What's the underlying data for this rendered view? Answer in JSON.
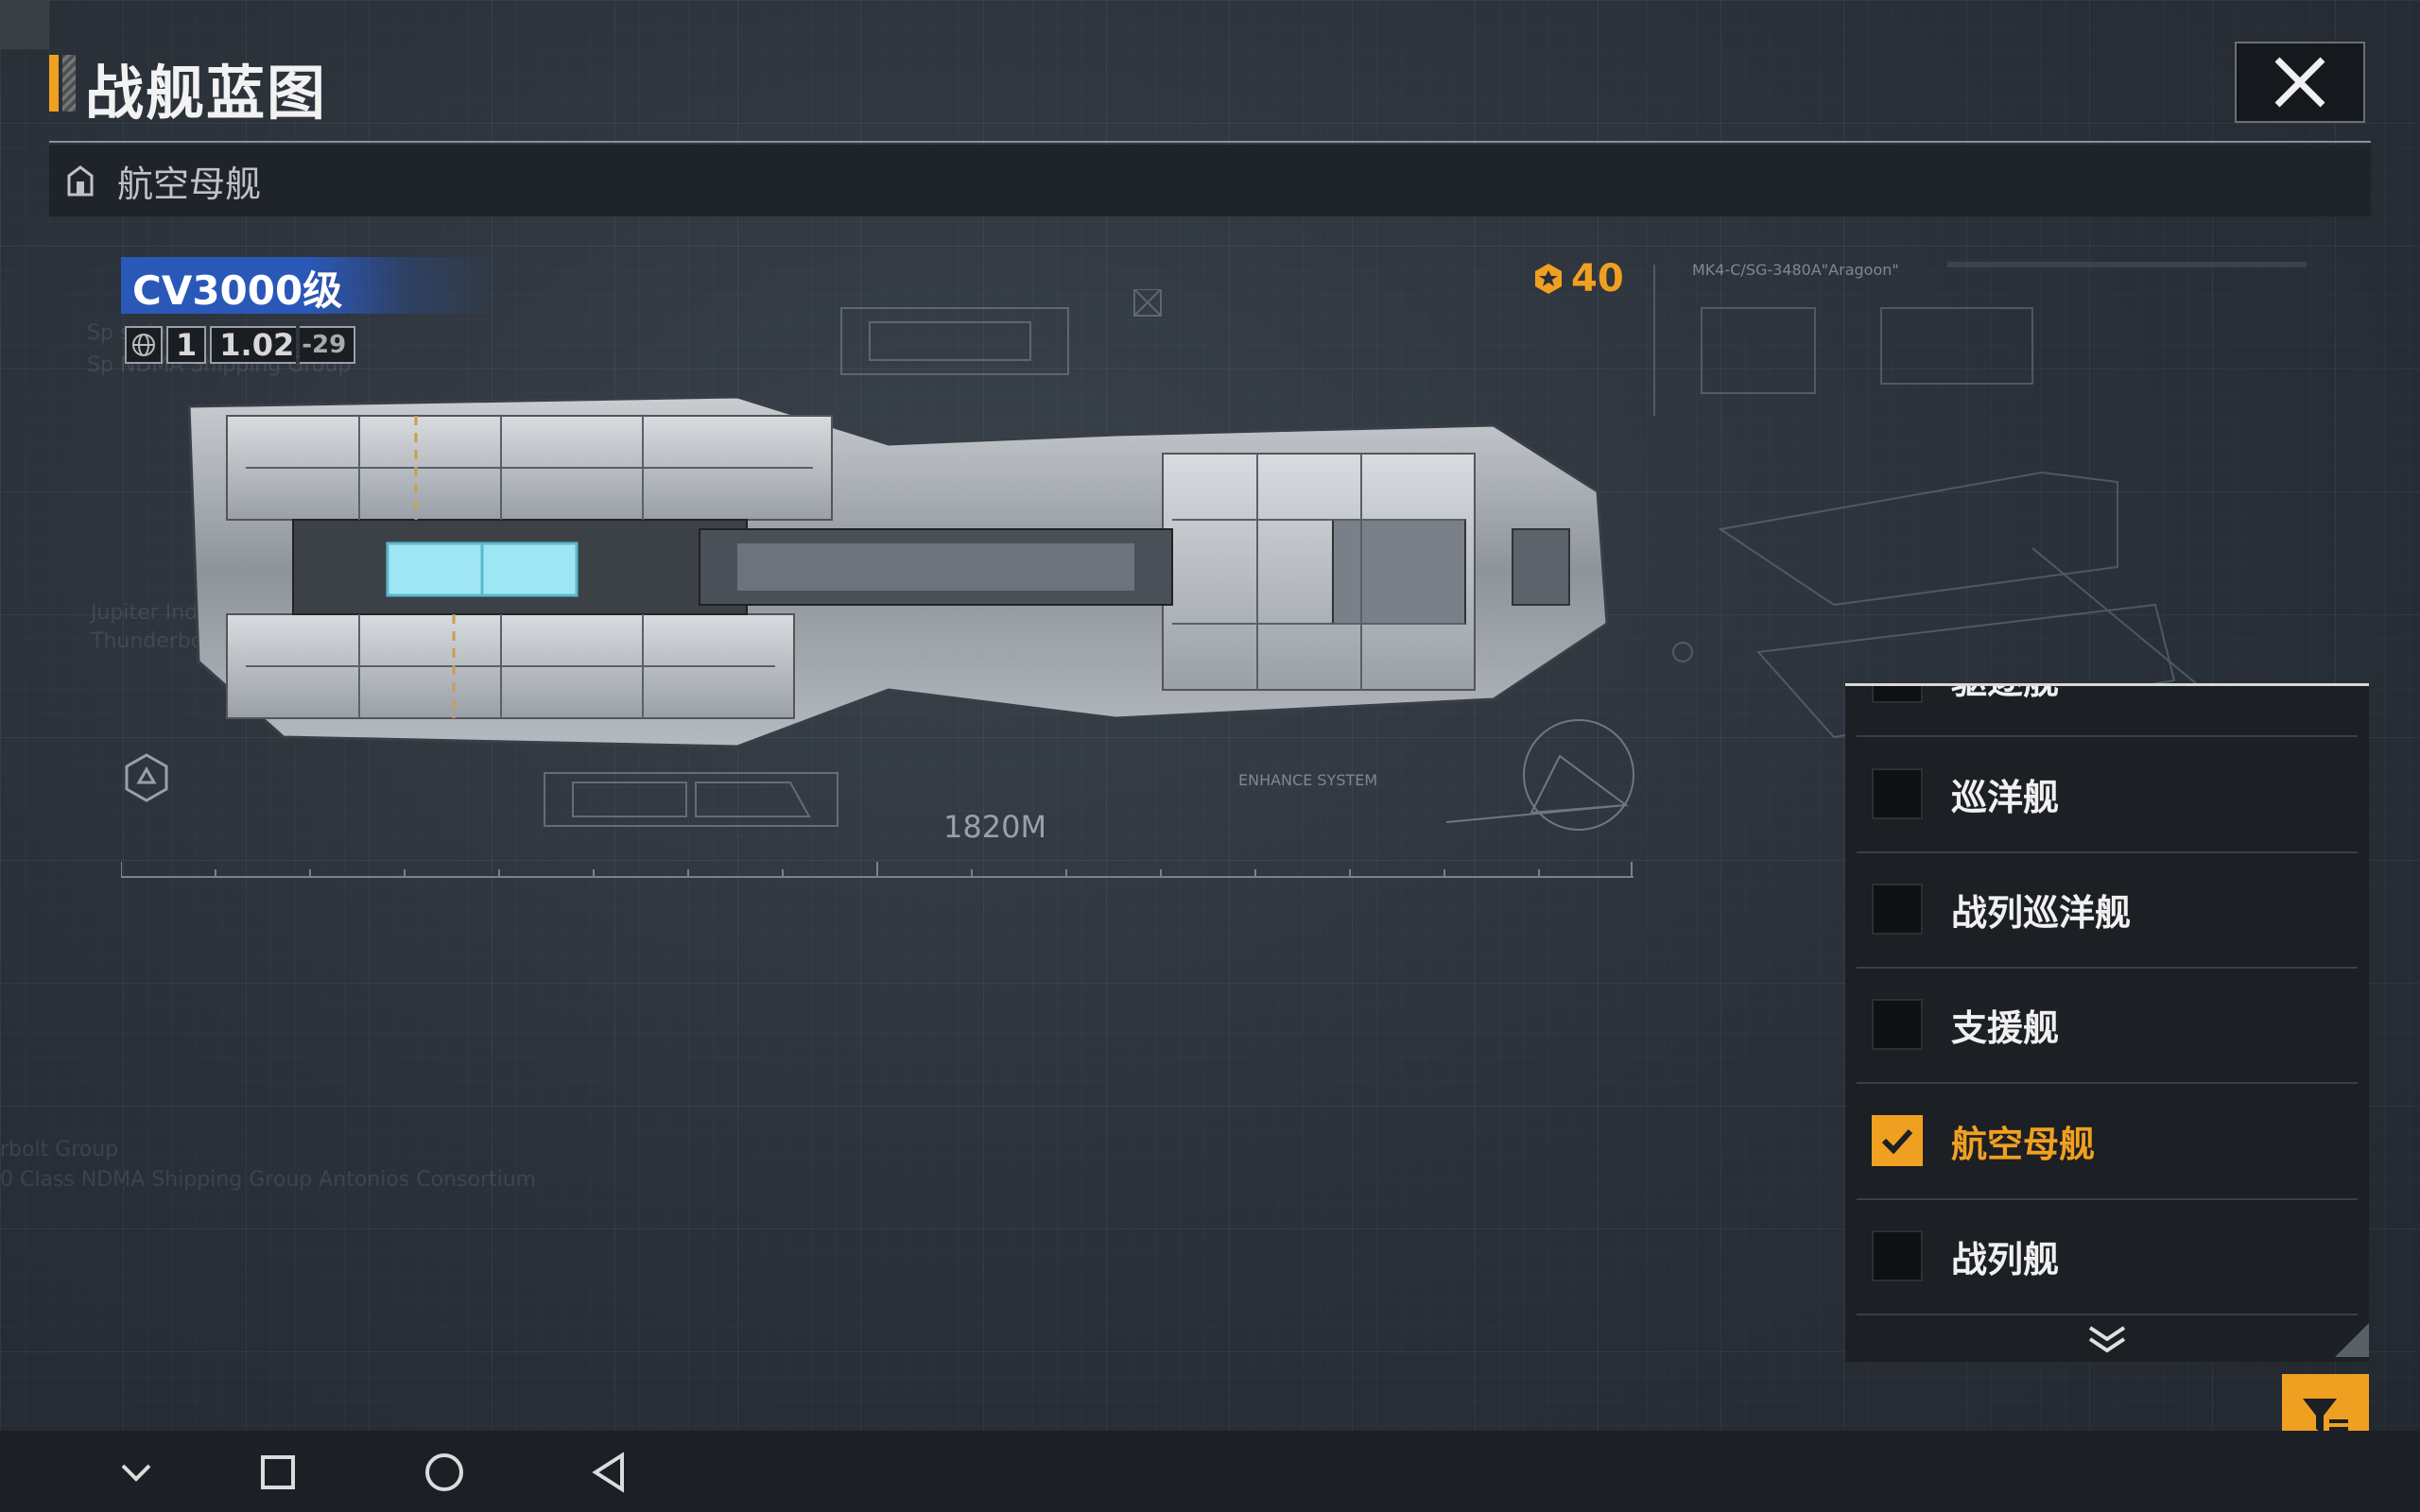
{
  "header": {
    "title": "战舰蓝图",
    "close_label": "close"
  },
  "breadcrumb": {
    "label": "航空母舰"
  },
  "ship": {
    "class_name": "CV3000级",
    "version": [
      "1",
      "1.02",
      "-29"
    ],
    "cost": "40",
    "length": "1820M",
    "model_code": "MK4-C/SG-3480A\"Aragoon\"",
    "system_label": "ENHANCE SYSTEM"
  },
  "background_text": {
    "line1": "Sp                    stries",
    "line2": "Sp                    NDMA Shipping Group",
    "line3": "Jupiter Industries · Ant",
    "line4": "Thunderbolt Group",
    "line5": "rbolt Group",
    "line6": "0 Class NDMA Shipping Group Antonios Consortium"
  },
  "filter": {
    "items": [
      {
        "label": "驱逐舰",
        "checked": false
      },
      {
        "label": "巡洋舰",
        "checked": false
      },
      {
        "label": "战列巡洋舰",
        "checked": false
      },
      {
        "label": "支援舰",
        "checked": false
      },
      {
        "label": "航空母舰",
        "checked": true
      },
      {
        "label": "战列舰",
        "checked": false
      }
    ]
  },
  "colors": {
    "accent": "#f0a020",
    "badge": "#2a58b8",
    "panel": "#1c1f23"
  },
  "navbar": {
    "icons": [
      "chevron-down-icon",
      "square-icon",
      "circle-icon",
      "back-triangle-icon"
    ]
  }
}
